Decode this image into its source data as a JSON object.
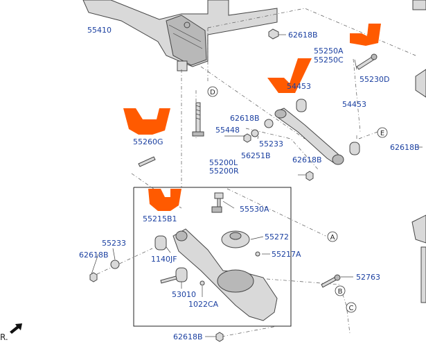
{
  "labels": {
    "l55410": "55410",
    "l62618b_top": "62618B",
    "l55250": "55250A",
    "l55250c": "55250C",
    "l54453_left": "54453",
    "l55230d": "55230D",
    "l54453_right": "54453",
    "l62618b_mid": "62618B",
    "l55448": "55448",
    "l55233_top": "55233",
    "l56251b": "56251B",
    "l62618b_right": "62618B",
    "l62618b_arm": "62618B",
    "l55260g": "55260G",
    "l55200l": "55200L",
    "l55200r": "55200R",
    "l55530a": "55530A",
    "l55215b1": "55215B1",
    "l55272": "55272",
    "l55233_left": "55233",
    "l55217a": "55217A",
    "l62618b_left": "62618B",
    "l1140jf": "1140JF",
    "l52763": "52763",
    "l53010": "53010",
    "l1022ca": "1022CA",
    "l62618b_bottom": "62618B",
    "edge_text": "R."
  },
  "refs": {
    "a": "A",
    "b": "B",
    "c": "C",
    "d": "D",
    "e": "E"
  },
  "colors": {
    "highlight": "#ff5a00",
    "label": "#1a3fa0"
  },
  "icons": {
    "front_arrow": "arrow-icon"
  }
}
